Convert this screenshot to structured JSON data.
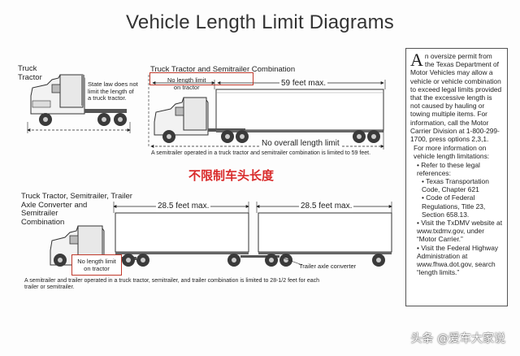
{
  "title": "Vehicle Length Limit Diagrams",
  "truck_tractor": {
    "heading_line1": "Truck",
    "heading_line2": "Tractor",
    "note": [
      "State law does not",
      "limit the length of",
      "a truck tractor."
    ]
  },
  "semitrailer_combo": {
    "heading": "Truck Tractor and Semitrailer Combination",
    "no_length_limit": [
      "No length limit",
      "on tractor"
    ],
    "dimension": "59 feet max.",
    "no_overall": "No overall length limit",
    "caption": "A semitrailer operated in a truck tractor and semitrailer combination is limited to 59 feet."
  },
  "chinese_note": "不限制车头长度",
  "double_combo": {
    "heading": [
      "Truck Tractor, Semitrailer, Trailer",
      "Axle Converter and",
      "Semitrailer",
      "Combination"
    ],
    "dimension_left": "28.5 feet max.",
    "dimension_right": "28.5 feet max.",
    "no_length_limit": [
      "No length limit",
      "on tractor"
    ],
    "converter": "Trailer axle converter",
    "caption": [
      "A semitrailer and trailer operated in a truck tractor, semitrailer, and trailer combination is limited to 28-1/2 feet for each",
      "trailer or semitrailer."
    ]
  },
  "sidebar": {
    "dropcap": "A",
    "intro": "n oversize permit from the Texas Department of Motor Vehicles may allow a vehicle or vehicle combination to exceed legal limits provided that the excessive length is not caused by hauling or towing multiple items.  For information, call the Motor Carrier Division at 1-800-299-1700, press options 2,3,1.",
    "more": "For more information on vehicle length limitations:",
    "items": [
      "• Refer to these legal references:",
      "• Texas Transportation Code, Chapter 621",
      "• Code of Federal Regulations, Title 23, Section 658.13.",
      "• Visit the TxDMV website at www.txdmv.gov, under “Motor Carrier.”",
      "• Visit the Federal Highway Administration at www.fhwa.dot.gov, search “length limits.”"
    ]
  },
  "watermark": "头条 @爱车大家说",
  "colors": {
    "accent_red": "#d92b2b",
    "box_red": "#c0392b",
    "trailer": "#ffffff",
    "wheel": "#3a3a3a"
  }
}
